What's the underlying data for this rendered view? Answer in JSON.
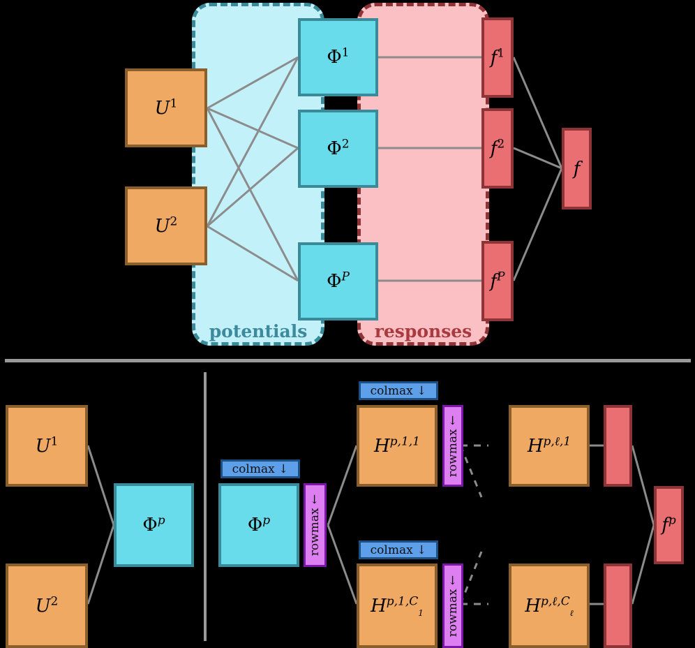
{
  "diagram": {
    "top_panel": {
      "inputs": [
        {
          "id": "U1",
          "label": "U",
          "sup": "1"
        },
        {
          "id": "U2",
          "label": "U",
          "sup": "2"
        }
      ],
      "potentials_group": {
        "label": "potentials",
        "color": "#3d8a9c",
        "fill": "#c3f1fa"
      },
      "potentials": [
        {
          "id": "Phi1",
          "label": "Φ",
          "sup": "1"
        },
        {
          "id": "Phi2",
          "label": "Φ",
          "sup": "2"
        },
        {
          "id": "PhiP",
          "label": "Φ",
          "sup": "P"
        }
      ],
      "responses_group": {
        "label": "responses",
        "color": "#a93b40",
        "fill": "#fbc0c4"
      },
      "responses": [
        {
          "id": "f1",
          "label": "f",
          "sup": "1"
        },
        {
          "id": "f2",
          "label": "f",
          "sup": "2"
        },
        {
          "id": "fP",
          "label": "f",
          "sup": "P"
        }
      ],
      "output": {
        "id": "f",
        "label": "f",
        "sup": ""
      }
    },
    "bottom_panel": {
      "inputs": [
        {
          "id": "U1b",
          "label": "U",
          "sup": "1"
        },
        {
          "id": "U2b",
          "label": "U",
          "sup": "2"
        }
      ],
      "potential": {
        "id": "Phip",
        "label": "Φ",
        "sup": "p"
      },
      "potential_stage": {
        "id": "Phip2",
        "label": "Φ",
        "sup": "p"
      },
      "ops": {
        "colmax_label": "colmax ↓",
        "rowmax_label": "rowmax ←"
      },
      "hidden_blocks": [
        {
          "id": "Hp11",
          "label": "H",
          "sup": "p,1,1"
        },
        {
          "id": "Hp1C1",
          "label": "H",
          "sup": "p,1,C",
          "subsup": "1"
        },
        {
          "id": "Hpl1",
          "label": "H",
          "sup": "p,ℓ,1"
        },
        {
          "id": "HplCl",
          "label": "H",
          "sup": "p,ℓ,C",
          "subsup": "ℓ"
        }
      ],
      "output": {
        "id": "fp",
        "label": "f",
        "sup": "p"
      }
    },
    "colors": {
      "input_fill": "#efa963",
      "input_stroke": "#8a5f2b",
      "potential_fill": "#68dcea",
      "potential_stroke": "#3a8b99",
      "response_fill": "#ea6f72",
      "response_stroke": "#8f3436",
      "colmax_fill": "#5d9fe8",
      "colmax_stroke": "#1d4f82",
      "rowmax_fill": "#dd7ff0",
      "rowmax_stroke": "#7a17a8",
      "edge": "#8c8c8c",
      "background": "#000000"
    }
  }
}
